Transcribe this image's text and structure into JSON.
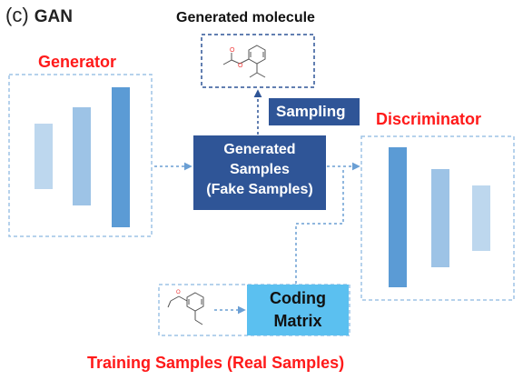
{
  "panel": {
    "label_prefix": "(c)",
    "title": "GAN"
  },
  "generated_molecule": {
    "label": "Generated molecule"
  },
  "generator": {
    "label": "Generator"
  },
  "discriminator": {
    "label": "Discriminator"
  },
  "sampling": {
    "label": "Sampling"
  },
  "generated_samples": {
    "line1": "Generated",
    "line2": "Samples",
    "line3": "(Fake Samples)"
  },
  "coding_matrix": {
    "line1": "Coding",
    "line2": "Matrix"
  },
  "training": {
    "label": "Training Samples (Real Samples)"
  },
  "colors": {
    "red_label": "#ff1a1a",
    "dark_box": "#2f5597",
    "light_box": "#5bc0f0",
    "dashed": "#9dc3e6",
    "bar_light": "#bdd7ee",
    "bar_mid": "#9dc3e6",
    "bar_dark": "#5b9bd5"
  }
}
